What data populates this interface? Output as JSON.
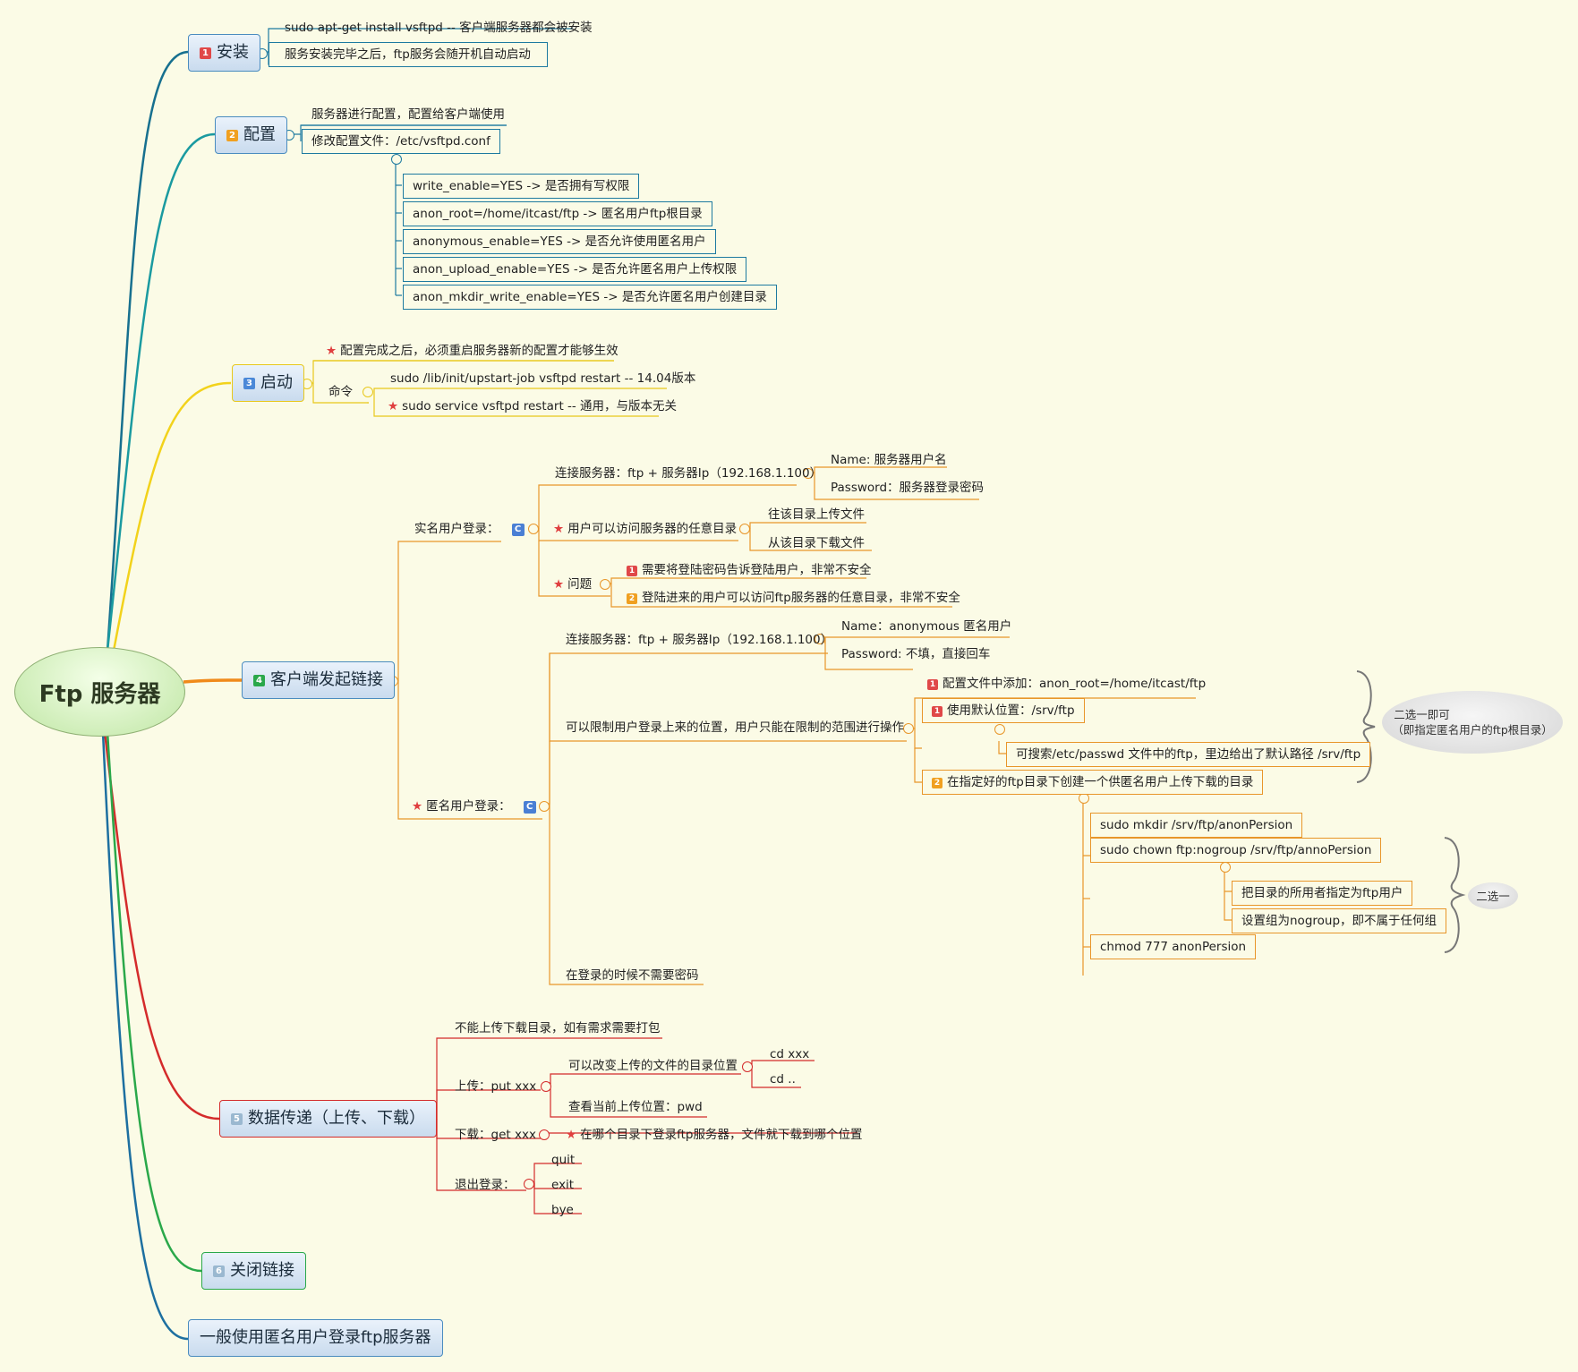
{
  "root": {
    "label": "Ftp 服务器"
  },
  "colors": {
    "teal": "#1d7aa0",
    "cyan": "#1a9aa0",
    "yellow": "#f2d21b",
    "orange": "#e8962a",
    "red": "#d42b2b",
    "green": "#2aa84a",
    "blue": "#1d6fa0"
  },
  "branches": {
    "install": {
      "num": "1",
      "label": "安装",
      "items": [
        "sudo apt-get install vsftpd -- 客户端服务器都会被安装",
        "服务安装完毕之后，ftp服务会随开机自动启动"
      ]
    },
    "config": {
      "num": "2",
      "label": "配置",
      "items": [
        "服务器进行配置，配置给客户端使用",
        "修改配置文件：/etc/vsftpd.conf"
      ],
      "options": [
        "write_enable=YES -> 是否拥有写权限",
        "anon_root=/home/itcast/ftp -> 匿名用户ftp根目录",
        "anonymous_enable=YES -> 是否允许使用匿名用户",
        "anon_upload_enable=YES -> 是否允许匿名用户上传权限",
        "anon_mkdir_write_enable=YES -> 是否允许匿名用户创建目录"
      ]
    },
    "start": {
      "num": "3",
      "label": "启动",
      "note": "配置完成之后，必须重启服务器新的配置才能够生效",
      "cmd_label": "命令",
      "cmds": [
        "sudo /lib/init/upstart-job vsftpd restart -- 14.04版本",
        "sudo service vsftpd restart -- 通用，与版本无关"
      ]
    },
    "client": {
      "num": "4",
      "label": "客户端发起链接",
      "real": {
        "label": "实名用户登录：",
        "connect": "连接服务器：ftp + 服务器Ip（192.168.1.100）",
        "name": "Name: 服务器用户名",
        "password": "Password：服务器登录密码",
        "access": "用户可以访问服务器的任意目录",
        "up": "往该目录上传文件",
        "down": "从该目录下载文件",
        "problem": "问题",
        "p1": "需要将登陆密码告诉登陆用户，非常不安全",
        "p2": "登陆进来的用户可以访问ftp服务器的任意目录，非常不安全"
      },
      "anon": {
        "label": "匿名用户登录：",
        "connect": "连接服务器：ftp + 服务器Ip（192.168.1.100）",
        "name": "Name：anonymous 匿名用户",
        "password": "Password: 不填，直接回车",
        "limit": "可以限制用户登录上来的位置，用户只能在限制的范围进行操作",
        "l1": "配置文件中添加：anon_root=/home/itcast/ftp",
        "l2": "使用默认位置：/srv/ftp",
        "l2a": "可搜索/etc/passwd 文件中的ftp，里边给出了默认路径 /srv/ftp",
        "l3": "在指定好的ftp目录下创建一个供匿名用户上传下载的目录",
        "c1": "sudo mkdir /srv/ftp/anonPersion",
        "c2": "sudo chown ftp:nogroup /srv/ftp/annoPersion",
        "c2a": "把目录的所用者指定为ftp用户",
        "c2b": "设置组为nogroup，即不属于任何组",
        "c3": "chmod 777 anonPersion",
        "nopw": "在登录的时候不需要密码",
        "callout1_l1": "二选一即可",
        "callout1_l2": "（即指定匿名用户的ftp根目录）",
        "callout2": "二选一"
      }
    },
    "transfer": {
      "num": "5",
      "label": "数据传递（上传、下载）",
      "t1": "不能上传下载目录，如有需求需要打包",
      "upload": "上传：put xxx",
      "up_change": "可以改变上传的文件的目录位置",
      "cd1": "cd xxx",
      "cd2": "cd ..",
      "pwd": "查看当前上传位置：pwd",
      "download": "下载：get xxx",
      "down_note": "在哪个目录下登录ftp服务器，文件就下载到哪个位置",
      "logout": "退出登录：",
      "quit": "quit",
      "exit": "exit",
      "bye": "bye"
    },
    "close": {
      "num": "6",
      "label": "关闭链接"
    },
    "general": {
      "label": "一般使用匿名用户登录ftp服务器"
    }
  }
}
